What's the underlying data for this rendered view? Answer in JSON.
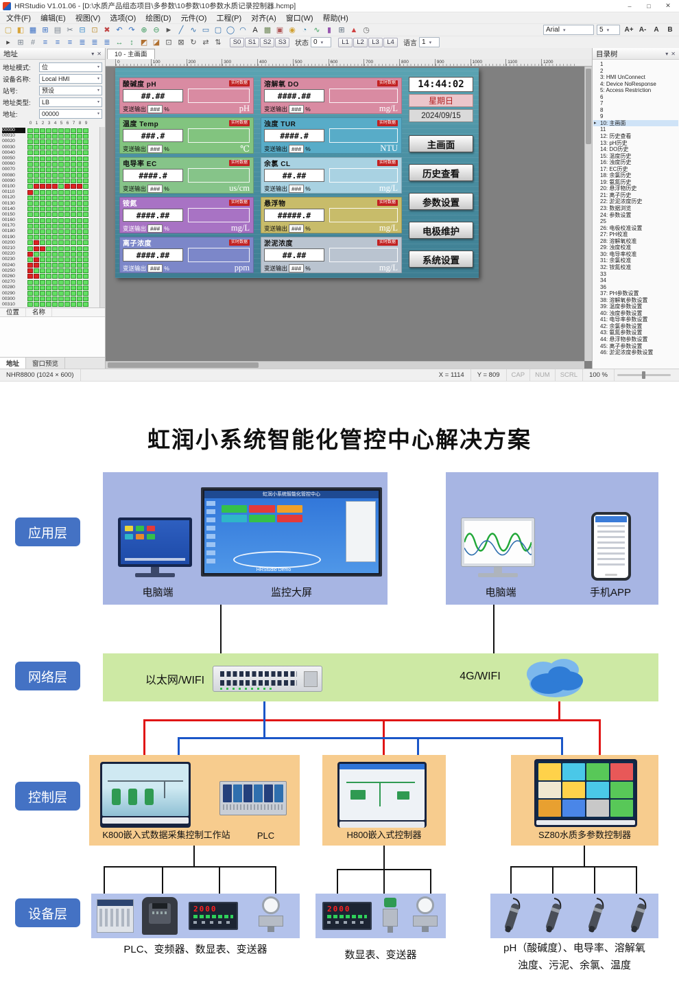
{
  "window": {
    "title": "HRStudio V1.01.06 - [D:\\水质产品组态项目\\多参数\\10参数\\10参数水质记录控制器.hcmp]",
    "minimize": "–",
    "maximize": "□",
    "close": "✕"
  },
  "menu": [
    "文件(F)",
    "编辑(E)",
    "视图(V)",
    "选项(O)",
    "绘图(D)",
    "元件(O)",
    "工程(P)",
    "对齐(A)",
    "窗口(W)",
    "帮助(H)"
  ],
  "toolbar1": {
    "icons": [
      {
        "n": "new-file-icon",
        "g": "▢",
        "c": "#caa53d"
      },
      {
        "n": "open-file-icon",
        "g": "◧",
        "c": "#d8a43a"
      },
      {
        "n": "save-icon",
        "g": "▦",
        "c": "#3a6fc4"
      },
      {
        "n": "save-all-icon",
        "g": "⊞",
        "c": "#3a6fc4"
      },
      {
        "n": "print-icon",
        "g": "▤",
        "c": "#7a8490"
      },
      {
        "n": "cut-icon",
        "g": "✂",
        "c": "#6a7480"
      },
      {
        "n": "copy-icon",
        "g": "⊟",
        "c": "#3f8ecb"
      },
      {
        "n": "paste-icon",
        "g": "⊡",
        "c": "#c09540"
      },
      {
        "n": "delete-icon",
        "g": "✖",
        "c": "#c04444"
      },
      {
        "n": "undo-icon",
        "g": "↶",
        "c": "#3570c0"
      },
      {
        "n": "redo-icon",
        "g": "↷",
        "c": "#3570c0"
      },
      {
        "n": "zoom-in-icon",
        "g": "⊕",
        "c": "#3f9a5f"
      },
      {
        "n": "zoom-out-icon",
        "g": "⊖",
        "c": "#3f9a5f"
      },
      {
        "n": "select-tool-icon",
        "g": "►",
        "c": "#555555"
      },
      {
        "n": "line-tool-icon",
        "g": "╱",
        "c": "#2f6fae"
      },
      {
        "n": "polyline-tool-icon",
        "g": "∿",
        "c": "#2f6fae"
      },
      {
        "n": "rect-tool-icon",
        "g": "▭",
        "c": "#2f6fae"
      },
      {
        "n": "round-rect-tool-icon",
        "g": "▢",
        "c": "#2f6fae"
      },
      {
        "n": "ellipse-tool-icon",
        "g": "◯",
        "c": "#2f6fae"
      },
      {
        "n": "arc-tool-icon",
        "g": "◠",
        "c": "#2f6fae"
      },
      {
        "n": "text-tool-icon",
        "g": "A",
        "c": "#222222"
      },
      {
        "n": "image-tool-icon",
        "g": "▩",
        "c": "#6f8858"
      },
      {
        "n": "button-widget-icon",
        "g": "▣",
        "c": "#b05858"
      },
      {
        "n": "lamp-widget-icon",
        "g": "◉",
        "c": "#d0a030"
      },
      {
        "n": "gauge-widget-icon",
        "g": "◔",
        "c": "#3888b0"
      },
      {
        "n": "trend-widget-icon",
        "g": "∿",
        "c": "#38a058"
      },
      {
        "n": "bar-widget-icon",
        "g": "▮",
        "c": "#9858b0"
      },
      {
        "n": "table-widget-icon",
        "g": "⊞",
        "c": "#607080"
      },
      {
        "n": "alarm-widget-icon",
        "g": "▲",
        "c": "#d04040"
      },
      {
        "n": "clock-widget-icon",
        "g": "◷",
        "c": "#666666"
      }
    ],
    "font_combo": "Arial",
    "size_combo": "5",
    "text_tools": [
      "A+",
      "A-",
      "A",
      "B"
    ]
  },
  "toolbar2": {
    "icons": [
      {
        "n": "pointer-icon",
        "g": "▸",
        "c": "#444444"
      },
      {
        "n": "grid-icon",
        "g": "⊞",
        "c": "#7a8490"
      },
      {
        "n": "snap-icon",
        "g": "#",
        "c": "#7a8490"
      },
      {
        "n": "align-left-icon",
        "g": "≡",
        "c": "#3a6fc4"
      },
      {
        "n": "align-center-icon",
        "g": "≡",
        "c": "#3a6fc4"
      },
      {
        "n": "align-right-icon",
        "g": "≡",
        "c": "#3a6fc4"
      },
      {
        "n": "align-top-icon",
        "g": "≣",
        "c": "#3a6fc4"
      },
      {
        "n": "align-middle-icon",
        "g": "≣",
        "c": "#3a6fc4"
      },
      {
        "n": "align-bottom-icon",
        "g": "≣",
        "c": "#3a6fc4"
      },
      {
        "n": "same-width-icon",
        "g": "↔",
        "c": "#3f9a5f"
      },
      {
        "n": "same-height-icon",
        "g": "↕",
        "c": "#3f9a5f"
      },
      {
        "n": "bring-front-icon",
        "g": "◩",
        "c": "#b07030"
      },
      {
        "n": "send-back-icon",
        "g": "◪",
        "c": "#b07030"
      },
      {
        "n": "group-icon",
        "g": "⊡",
        "c": "#555555"
      },
      {
        "n": "ungroup-icon",
        "g": "⊠",
        "c": "#555555"
      },
      {
        "n": "rotate-icon",
        "g": "↻",
        "c": "#555555"
      },
      {
        "n": "flip-h-icon",
        "g": "⇄",
        "c": "#555555"
      },
      {
        "n": "flip-v-icon",
        "g": "⇅",
        "c": "#555555"
      }
    ],
    "s_buttons": [
      "S0",
      "S1",
      "S2",
      "S3"
    ],
    "state_label": "状态",
    "state_value": "0",
    "l_buttons": [
      "L1",
      "L2",
      "L3",
      "L4"
    ],
    "lang_label": "语言",
    "lang_value": "1"
  },
  "address_panel": {
    "title": "地址",
    "fields": [
      {
        "label": "地址模式:",
        "value": "位"
      },
      {
        "label": "设备名称:",
        "value": "Local HMI"
      },
      {
        "label": "站号:",
        "value": "预设"
      },
      {
        "label": "地址类型:",
        "value": "LB"
      },
      {
        "label": "地址:",
        "value": "00000"
      }
    ],
    "col_digits": [
      "0",
      "1",
      "2",
      "3",
      "4",
      "5",
      "6",
      "7",
      "8",
      "9"
    ],
    "rows": [
      "00000",
      "00010",
      "00020",
      "00030",
      "00040",
      "00050",
      "00060",
      "00070",
      "00080",
      "00090",
      "00100",
      "00110",
      "00120",
      "00130",
      "00140",
      "00150",
      "00160",
      "00170",
      "00180",
      "00190",
      "00200",
      "00210",
      "00220",
      "00230",
      "00240",
      "00250",
      "00260",
      "00270",
      "00280",
      "00290",
      "00300",
      "00310"
    ],
    "red_cells": {
      "10": [
        1,
        2,
        3,
        4,
        6,
        7,
        8
      ],
      "11": [
        0
      ],
      "20": [
        1
      ],
      "21": [
        1,
        2
      ],
      "22": [
        0
      ],
      "23": [
        1
      ],
      "24": [
        0,
        1
      ],
      "25": [
        0
      ],
      "26": [
        0,
        1
      ]
    },
    "footer_cols": [
      "位置",
      "名称"
    ],
    "tabs": [
      "地址",
      "窗口预览"
    ],
    "active_tab": 0
  },
  "canvas": {
    "tab": "10 - 主画面",
    "ruler": [
      "0",
      "100",
      "200",
      "300",
      "400",
      "500",
      "600",
      "700",
      "800",
      "900",
      "1000",
      "1100",
      "1200"
    ]
  },
  "hmi": {
    "params": [
      {
        "name": "酸碱度  pH",
        "tag": "实时数据",
        "value": "##.##",
        "out_label": "变送输出",
        "out_value": "###",
        "out_suffix": "%",
        "unit": "pH",
        "bg": "#d98ba2",
        "fg": "#111111"
      },
      {
        "name": "溶解氧  DO",
        "tag": "实时数据",
        "value": "####.##",
        "out_label": "变送输出",
        "out_value": "###",
        "out_suffix": "%",
        "unit": "mg/L",
        "bg": "#d98ba2",
        "fg": "#111111"
      },
      {
        "name": "温度  Temp",
        "tag": "实时数据",
        "value": "###.#",
        "out_label": "变送输出",
        "out_value": "###",
        "out_suffix": "%",
        "unit": "℃",
        "bg": "#82c47f",
        "fg": "#111111"
      },
      {
        "name": "浊度  TUR",
        "tag": "实时数据",
        "value": "####.#",
        "out_label": "变送输出",
        "out_value": "###",
        "out_suffix": "%",
        "unit": "NTU",
        "bg": "#58acc8",
        "fg": "#111111"
      },
      {
        "name": "电导率  EC",
        "tag": "实时数据",
        "value": "####.#",
        "out_label": "变送输出",
        "out_value": "###",
        "out_suffix": "%",
        "unit": "us/cm",
        "bg": "#86c489",
        "fg": "#111111"
      },
      {
        "name": "余氯  CL",
        "tag": "实时数据",
        "value": "##.##",
        "out_label": "变送输出",
        "out_value": "###",
        "out_suffix": "%",
        "unit": "mg/L",
        "bg": "#a9d2e2",
        "fg": "#111111"
      },
      {
        "name": "铵氮",
        "tag": "实时数据",
        "value": "####.##",
        "out_label": "变送输出",
        "out_value": "###",
        "out_suffix": "%",
        "unit": "mg/L",
        "bg": "#a873c4",
        "fg": "#ffffff"
      },
      {
        "name": "悬浮物",
        "tag": "实时数据",
        "value": "#####.#",
        "out_label": "变送输出",
        "out_value": "###",
        "out_suffix": "%",
        "unit": "mg/L",
        "bg": "#c8bc6a",
        "fg": "#111111"
      },
      {
        "name": "离子浓度",
        "tag": "实时数据",
        "value": "####.##",
        "out_label": "变送输出",
        "out_value": "###",
        "out_suffix": "%",
        "unit": "ppm",
        "bg": "#7c87c9",
        "fg": "#ffffff"
      },
      {
        "name": "淤泥浓度",
        "tag": "实时数据",
        "value": "##.##",
        "out_label": "变送输出",
        "out_value": "###",
        "out_suffix": "%",
        "unit": "mg/L",
        "bg": "#bac4d0",
        "fg": "#111111"
      }
    ],
    "clock": {
      "time": "14:44:02",
      "day": "星期日",
      "date": "2024/09/15"
    },
    "nav_buttons": [
      "主画面",
      "历史查看",
      "参数设置",
      "电极维护",
      "系统设置"
    ]
  },
  "tree": {
    "title": "目录树",
    "items": [
      "1",
      "2",
      "3: HMI UnConnect",
      "4: Device NoResponse",
      "5: Access Restriction",
      "6",
      "7",
      "8",
      "9",
      "10: 主画面",
      "11",
      "12: 历史查看",
      "13: pH历史",
      "14: DO历史",
      "15: 温度历史",
      "16: 浊度历史",
      "17: EC历史",
      "18: 余氯历史",
      "19: 氨氮历史",
      "20: 悬浮物历史",
      "21: 离子历史",
      "22: 淤泥浓度历史",
      "23: 数据浏览",
      "24: 参数设置",
      "25",
      "26: 电极校准设置",
      "27: PH校准",
      "28: 溶解氧校准",
      "29: 浊度校准",
      "30: 电导率校准",
      "31: 余氯校准",
      "32: 铵氮校准",
      "33",
      "34",
      "36",
      "37: PH参数设置",
      "38: 溶解氧参数设置",
      "39: 温度参数设置",
      "40: 浊度参数设置",
      "41: 电导率参数设置",
      "42: 余氯参数设置",
      "43: 氨氮参数设置",
      "44: 悬浮物参数设置",
      "45: 离子参数设置",
      "46: 淤泥浓度参数设置"
    ],
    "selected_index": 9
  },
  "statusbar": {
    "device": "NHR8800 (1024 × 600)",
    "x": "X = 1114",
    "y": "Y = 809",
    "flags": [
      "CAP",
      "NUM",
      "SCRL"
    ],
    "zoom": "100 %"
  },
  "diagram": {
    "title": "虹润小系统智能化管控中心解决方案",
    "layers": [
      "应用层",
      "网络层",
      "控制层",
      "设备层"
    ],
    "app_layer": {
      "pc_label_1": "电脑端",
      "big_screen_label": "监控大屏",
      "pc_label_2": "电脑端",
      "phone_label": "手机APP",
      "big_screen_title": "虹润小系统智能化管控中心",
      "big_screen_footer": "HRStudio Demo"
    },
    "network_layer": {
      "ethernet_label": "以太网/WIFI",
      "cell_label": "4G/WIFI"
    },
    "control_layer": {
      "k800_label": "K800嵌入式数据采集控制工作站",
      "plc_label": "PLC",
      "h800_label": "H800嵌入式控制器",
      "sz80_label": "SZ80水质多参数控制器"
    },
    "device_layer": {
      "group1_label": "PLC、变频器、数显表、变送器",
      "group2_label": "数显表、变送器",
      "group3_label_line1": "pH（酸碱度）、电导率、溶解氧",
      "group3_label_line2": "浊度、污泥、余氯、温度",
      "meter_reading": "2000"
    }
  }
}
